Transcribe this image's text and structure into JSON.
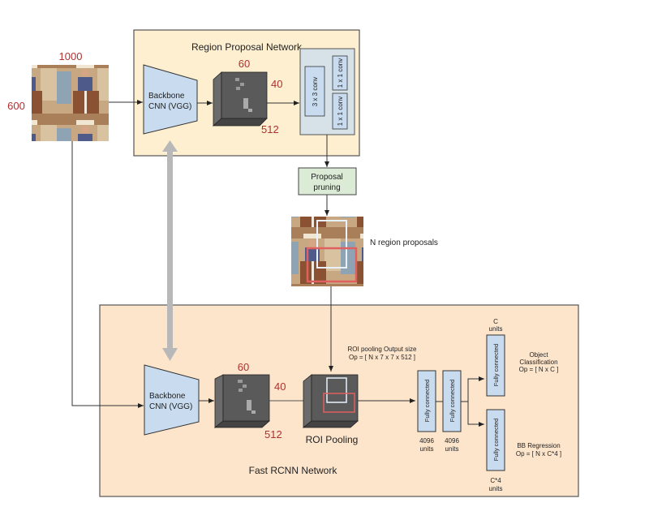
{
  "colors": {
    "rpn_bg": "#fdefd0",
    "fast_bg": "#fde5cc",
    "cnn_fill": "#c9dcef",
    "conv_box": "#d6e2e8",
    "pruning_fill": "#dbebd6",
    "fc_fill": "#c9dcef",
    "dim_text": "#b03030",
    "proposal_red": "#e06060",
    "proposal_white": "#e8f2ff"
  },
  "input_image": {
    "alt": "cowboy-on-horse-photo",
    "width_label": "1000",
    "height_label": "600"
  },
  "rpn": {
    "title": "Region Proposal Network",
    "backbone_line1": "Backbone",
    "backbone_line2": "CNN (VGG)",
    "feature_map": {
      "w": "60",
      "h": "40",
      "d": "512"
    },
    "conv_3x3": "3 x 3 conv",
    "conv_1x1_top": "1 x 1  conv",
    "conv_1x1_bottom": "1 x 1  conv"
  },
  "pruning": {
    "line1": "Proposal",
    "line2": "pruning"
  },
  "proposals": {
    "label": "N region proposals"
  },
  "fast_rcnn": {
    "title": "Fast RCNN Network",
    "backbone_line1": "Backbone",
    "backbone_line2": "CNN (VGG)",
    "feature_map": {
      "w": "60",
      "h": "40",
      "d": "512"
    },
    "roi_label": "ROI Pooling",
    "roi_output_line1": "ROI pooling Output size",
    "roi_output_line2": "Op = [ N x 7 x 7 x 512 ]",
    "fc_label": "Fully connected",
    "fc1_units_line1": "4096",
    "fc1_units_line2": "units",
    "fc2_units_line1": "4096",
    "fc2_units_line2": "units",
    "cls_units_line1": "C",
    "cls_units_line2": "units",
    "reg_units_line1": "C*4",
    "reg_units_line2": "units",
    "cls_out_line1": "Object",
    "cls_out_line2": "Classification",
    "cls_out_line3": "Op = [ N x C ]",
    "reg_out_line1": "BB Regression",
    "reg_out_line2": "Op = [ N x C*4 ]"
  }
}
